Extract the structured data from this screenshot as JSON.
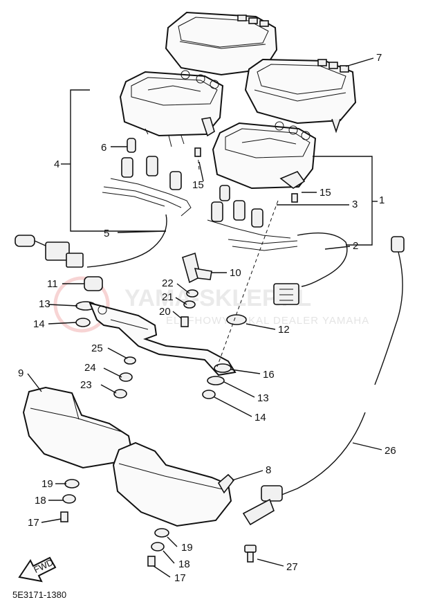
{
  "diagram": {
    "part_code": "5E3171-1380",
    "front_arrow_text": "FWD",
    "watermark": {
      "site": "YAMA-SKLEP.PL",
      "tagline": "ELEFHOWY ESKAL DEALER YAMAHA"
    },
    "callouts": {
      "c1": "1",
      "c2": "2",
      "c3": "3",
      "c4": "4",
      "c5": "5",
      "c6": "6",
      "c7": "7",
      "c8": "8",
      "c9": "9",
      "c10": "10",
      "c11": "11",
      "c12": "12",
      "c13a": "13",
      "c13b": "13",
      "c14a": "14",
      "c14b": "14",
      "c15a": "15",
      "c15b": "15",
      "c16": "16",
      "c17a": "17",
      "c17b": "17",
      "c18a": "18",
      "c18b": "18",
      "c19a": "19",
      "c19b": "19",
      "c20": "20",
      "c21": "21",
      "c22": "22",
      "c23": "23",
      "c24": "24",
      "c25": "25",
      "c26": "26",
      "c27": "27"
    }
  }
}
